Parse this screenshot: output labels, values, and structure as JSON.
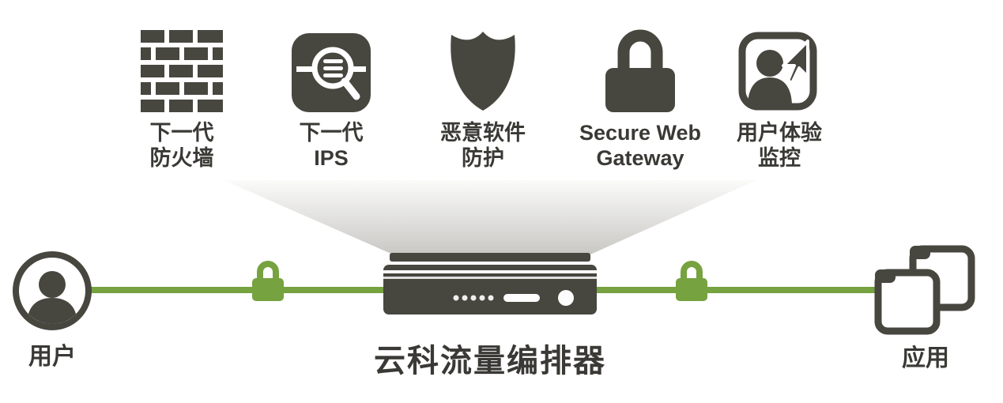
{
  "services": [
    {
      "icon": "brick-wall-firewall-icon",
      "label_line1": "下一代",
      "label_line2": "防火墙"
    },
    {
      "icon": "magnifier-ips-icon",
      "label_line1": "下一代",
      "label_line2": "IPS"
    },
    {
      "icon": "shield-malware-icon",
      "label_line1": "恶意软件",
      "label_line2": "防护"
    },
    {
      "icon": "secure-web-gateway-lock-icon",
      "label_line1": "Secure Web",
      "label_line2": "Gateway"
    },
    {
      "icon": "user-experience-monitor-icon",
      "label_line1": "用户体验",
      "label_line2": "监控"
    }
  ],
  "endpoints": {
    "user_label": "用户",
    "app_label": "应用"
  },
  "orchestrator": {
    "label": "云科流量编排器",
    "icon": "network-appliance-icon"
  },
  "links": {
    "left_lock_icon": "green-lock-icon",
    "right_lock_icon": "green-lock-icon",
    "line": "green-traffic-line"
  },
  "colors": {
    "dark": "#47463F",
    "green": "#76A240",
    "funnel_top": "#FBFBFA",
    "funnel_bottom": "#C9C8C4"
  }
}
